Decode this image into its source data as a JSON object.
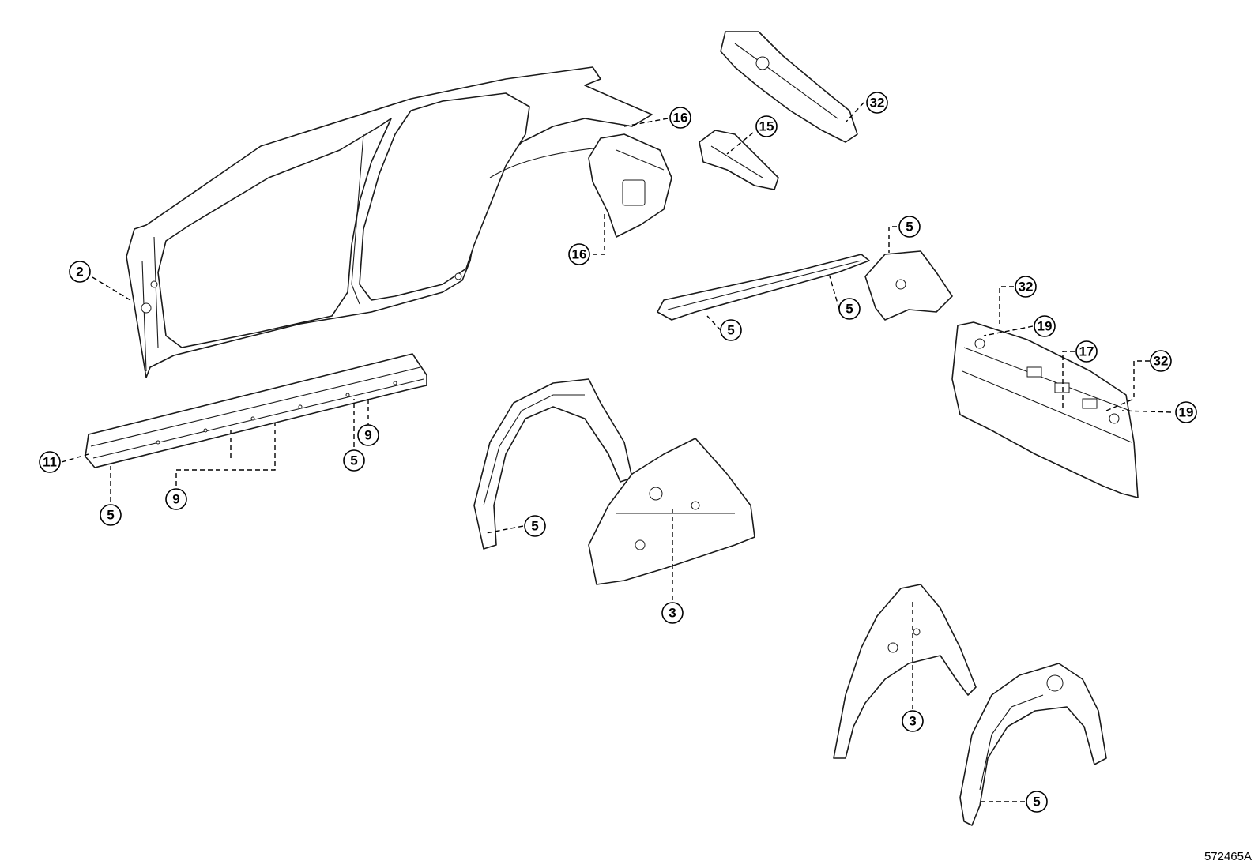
{
  "image_code": "572465A",
  "callouts": [
    {
      "id": "c-16a",
      "label": "16"
    },
    {
      "id": "c-16b",
      "label": "16"
    },
    {
      "id": "c-15",
      "label": "15"
    },
    {
      "id": "c-32a",
      "label": "32"
    },
    {
      "id": "c-2",
      "label": "2"
    },
    {
      "id": "c-5a",
      "label": "5"
    },
    {
      "id": "c-5b",
      "label": "5"
    },
    {
      "id": "c-5c",
      "label": "5"
    },
    {
      "id": "c-32b",
      "label": "32"
    },
    {
      "id": "c-19a",
      "label": "19"
    },
    {
      "id": "c-17",
      "label": "17"
    },
    {
      "id": "c-32c",
      "label": "32"
    },
    {
      "id": "c-19b",
      "label": "19"
    },
    {
      "id": "c-9a",
      "label": "9"
    },
    {
      "id": "c-11",
      "label": "11"
    },
    {
      "id": "c-5d",
      "label": "5"
    },
    {
      "id": "c-5e",
      "label": "5"
    },
    {
      "id": "c-9b",
      "label": "9"
    },
    {
      "id": "c-5f",
      "label": "5"
    },
    {
      "id": "c-3a",
      "label": "3"
    },
    {
      "id": "c-3b",
      "label": "3"
    },
    {
      "id": "c-5g",
      "label": "5"
    }
  ]
}
